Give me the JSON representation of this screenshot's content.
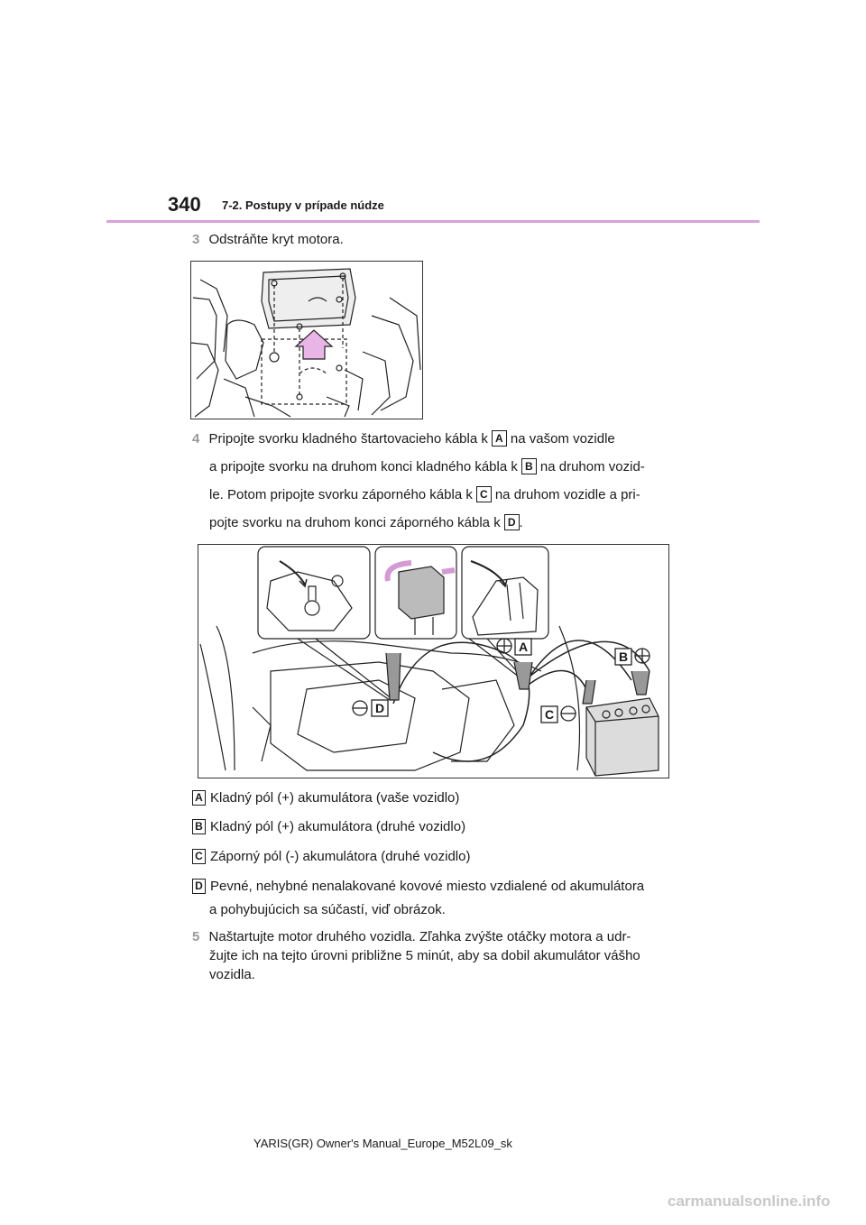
{
  "header": {
    "page_number": "340",
    "section_title": "7-2. Postupy v prípade núdze"
  },
  "step3": {
    "number": "3",
    "text": "Odstráňte kryt motora."
  },
  "step4": {
    "number": "4",
    "line1_a": "Pripojte svorku kladného štartovacieho kábla k",
    "line1_box": "A",
    "line1_b": "na vašom vozidle",
    "line2_a": "a pripojte svorku na druhom konci kladného kábla k",
    "line2_box": "B",
    "line2_b": "na druhom vozid-",
    "line3_a": "le. Potom pripojte svorku záporného kábla k",
    "line3_box": "C",
    "line3_b": "na druhom vozidle a pri-",
    "line4_a": "pojte svorku na druhom konci záporného kábla k",
    "line4_box": "D",
    "line4_b": "."
  },
  "figure2_labels": {
    "a": "A",
    "b": "B",
    "c": "C",
    "d": "D"
  },
  "legend": [
    {
      "box": "A",
      "text": "Kladný pól (+) akumulátora (vaše vozidlo)"
    },
    {
      "box": "B",
      "text": "Kladný pól (+) akumulátora (druhé vozidlo)"
    },
    {
      "box": "C",
      "text": "Záporný pól (-) akumulátora (druhé vozidlo)"
    },
    {
      "box": "D",
      "text": "Pevné, nehybné nenalakované kovové miesto vzdialené od akumulátora",
      "text2": "a pohybujúcich sa súčastí, viď obrázok."
    }
  ],
  "step5": {
    "number": "5",
    "line1": "Naštartujte motor druhého vozidla. Zľahka zvýšte otáčky motora a udr-",
    "line2": "žujte ich na tejto úrovni približne 5 minút, aby sa dobil akumulátor vášho",
    "line3": "vozidla."
  },
  "footer": {
    "text": "YARIS(GR) Owner's Manual_Europe_M52L09_sk"
  },
  "watermark": {
    "text": "carmanualsonline.info"
  },
  "colors": {
    "accent_rule": "#d7a3d8",
    "arrow_fill": "#e9b4e6"
  }
}
